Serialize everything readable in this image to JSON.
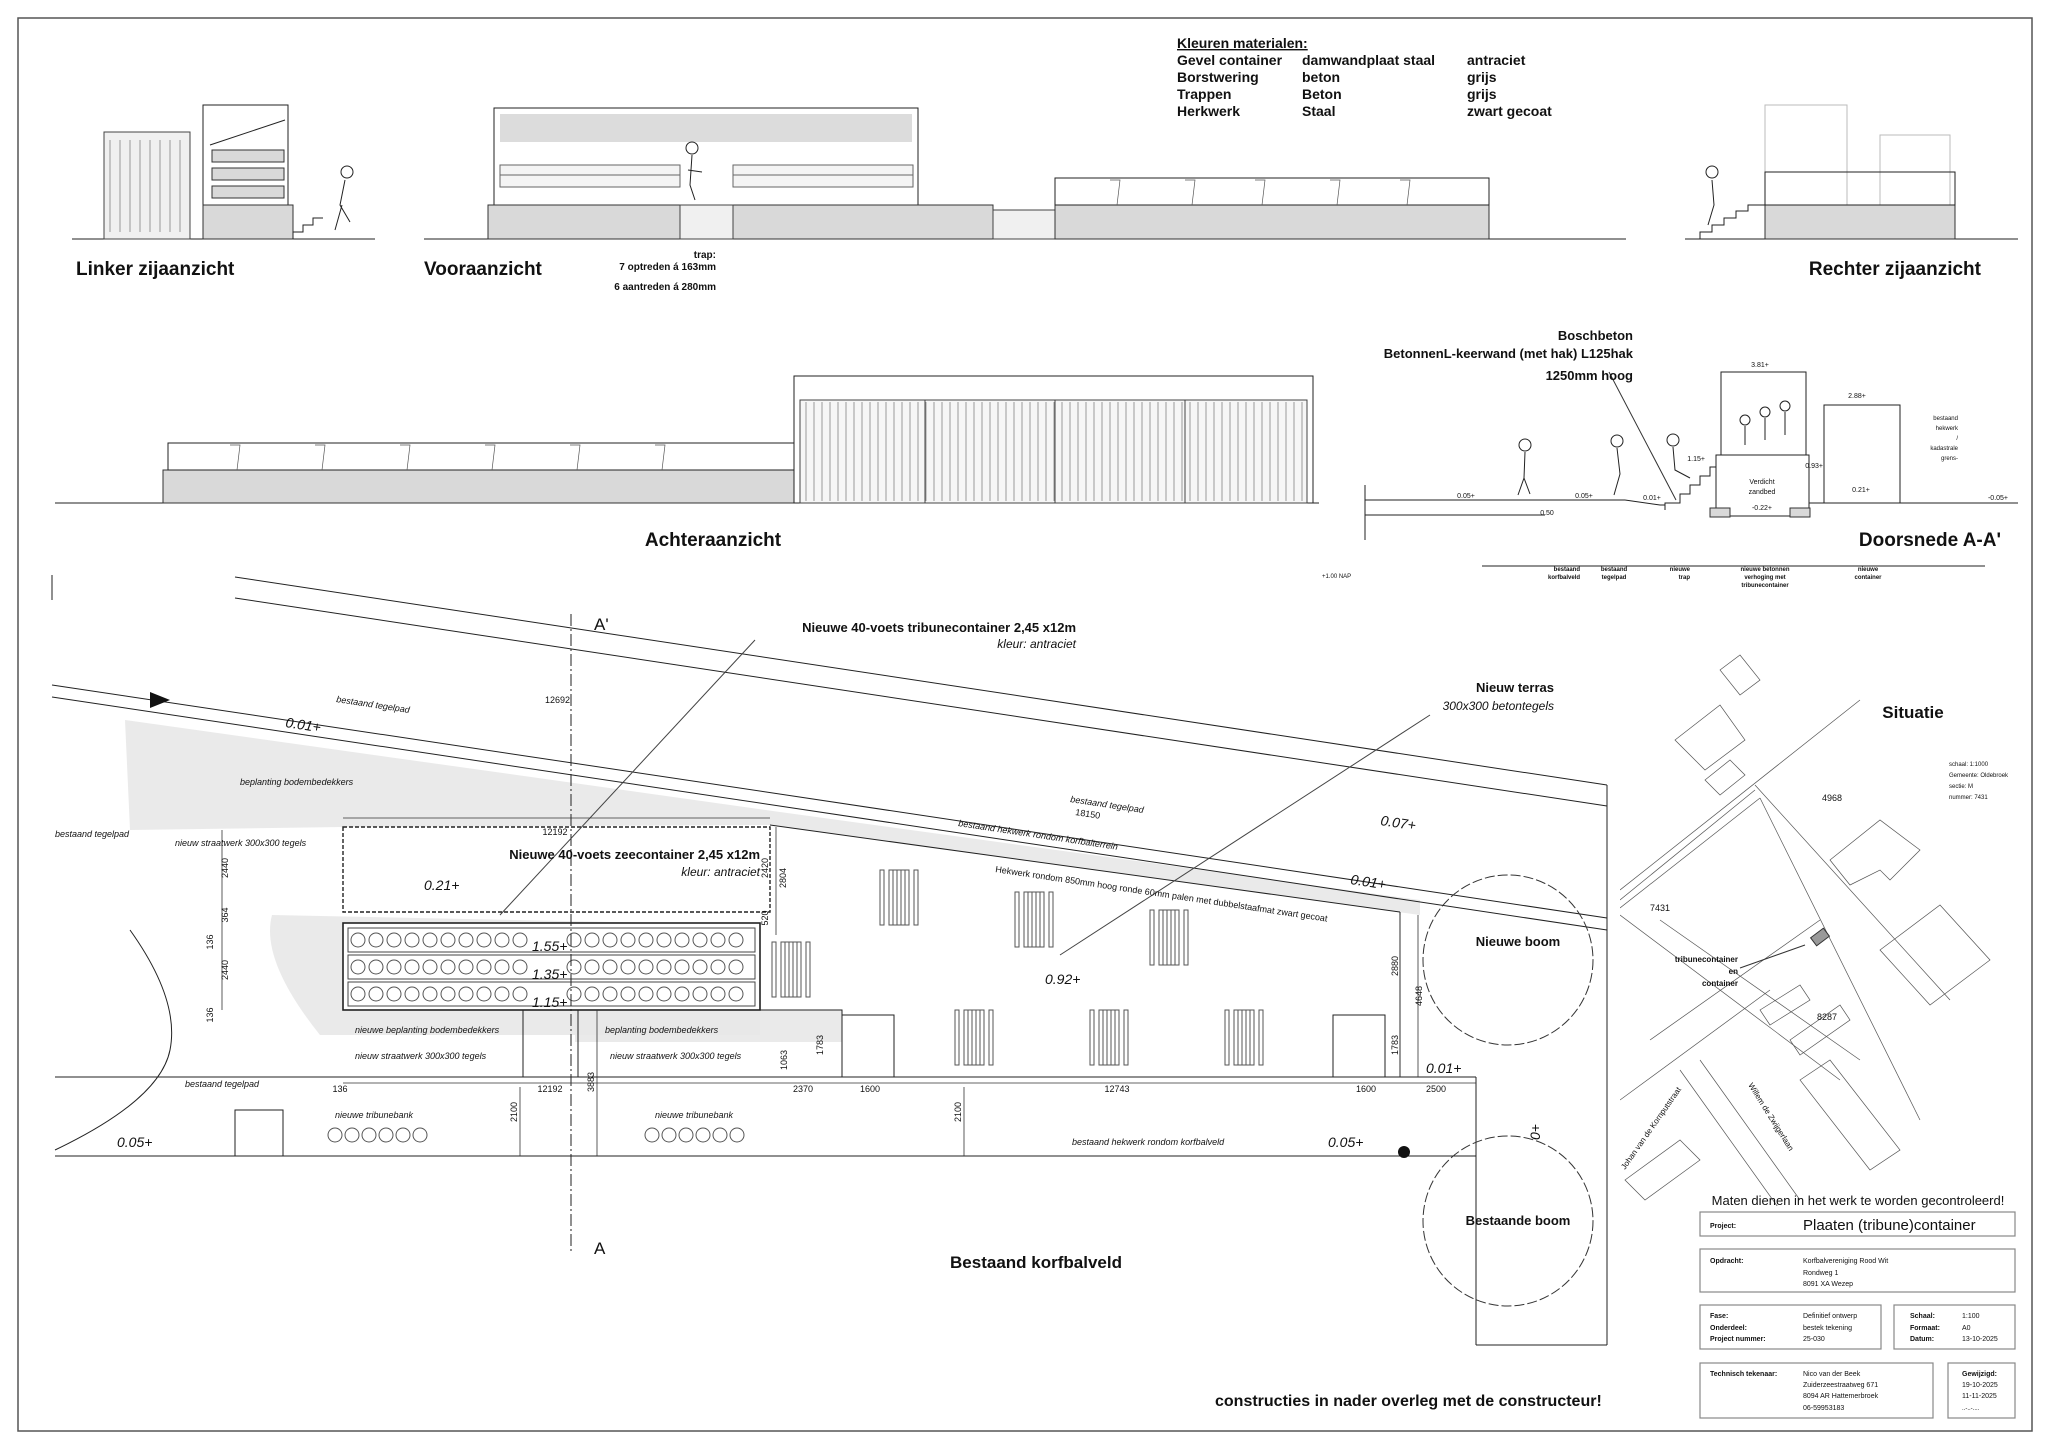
{
  "elevations": {
    "left": "Linker zijaanzicht",
    "front": "Vooraanzicht",
    "right": "Rechter zijaanzicht",
    "rear": "Achteraanzicht",
    "section": "Doorsnede A-A'"
  },
  "stair_note": {
    "title": "trap:",
    "risers": "7 optreden á 163mm",
    "treads": "6 aantreden á 280mm"
  },
  "materials": {
    "title": "Kleuren materialen:",
    "rows": [
      [
        "Gevel container",
        "damwandplaat staal",
        "antraciet"
      ],
      [
        "Borstwering",
        "beton",
        "grijs"
      ],
      [
        "Trappen",
        "Beton",
        "grijs"
      ],
      [
        "Herkwerk",
        "Staal",
        "zwart gecoat"
      ]
    ]
  },
  "section": {
    "wall": [
      "Boschbeton",
      "BetonnenL-keerwand (met hak)  L125hak",
      "1250mm hoog"
    ],
    "levels": [
      "3.81+",
      "2.88+",
      "1.15+",
      "0.93+",
      "0.05+",
      "0.05+",
      "0.01+",
      "0.21+",
      "-0.22+",
      "0.50",
      "-0.05+"
    ],
    "fence_note": [
      "bestaand",
      "hekwerk",
      "/",
      "kadastrale",
      "grens-"
    ],
    "sand": [
      "Verdicht",
      "zandbed"
    ],
    "zones": [
      [
        "bestaand",
        "korfbalveld"
      ],
      [
        "bestaand",
        "tegelpad"
      ],
      [
        "nieuwe",
        "trap"
      ],
      [
        "nieuwe betonnen",
        "verhoging met",
        "tribunecontainer"
      ],
      [
        "nieuwe",
        "container"
      ]
    ],
    "nap": "+1.00 NAP"
  },
  "site": {
    "section_marks": [
      "A'",
      "A"
    ],
    "tribune_container": [
      "Nieuwe 40-voets tribunecontainer 2,45 x12m",
      "kleur: antraciet"
    ],
    "terrace": [
      "Nieuw terras",
      "300x300 betontegels"
    ],
    "sea_container": [
      "Nieuwe 40-voets zeecontainer 2,45 x12m",
      "kleur: antraciet"
    ],
    "labels": {
      "existing_path_top": "bestaand tegelpad",
      "existing_path_mid": "bestaand tegelpad",
      "existing_path_left": "bestaand tegelpad",
      "existing_path_bottom": "bestaand tegelpad",
      "planting_top": "beplanting bodembedekkers",
      "new_paving_left": "nieuw straatwerk 300x300 tegels",
      "new_planting": "nieuwe beplanting bodembedekkers",
      "planting_right": "beplanting bodembedekkers",
      "new_paving_a": "nieuw straatwerk 300x300 tegels",
      "new_paving_b": "nieuw straatwerk 300x300 tegels",
      "bench_a": "nieuwe tribunebank",
      "bench_b": "nieuwe tribunebank",
      "fence_existing_terrain": "bestaand hekwerk rondom korfbalterrein",
      "fence_new": "Hekwerk rondom 850mm hoog ronde 60mm palen met dubbelstaafmat zwart gecoat",
      "fence_existing_field": "bestaand hekwerk rondom korfbalveld",
      "new_tree": "Nieuwe boom",
      "existing_tree": "Bestaande boom",
      "field": "Bestaand korfbalveld"
    },
    "levels": {
      "path": "0.01+",
      "path_right": "0.07+",
      "fence_right": "0.01+",
      "container": "0.21+",
      "row1": "1.55+",
      "row2": "1.35+",
      "row3": "1.15+",
      "terrace": "0.92+",
      "corner": "0.01+",
      "field_left": "0.05+",
      "field_right": "0.05+",
      "zero": "0+"
    },
    "dims": {
      "d12692": "12692",
      "d18150": "18150",
      "d12192_top": "12192",
      "d2440a": "2440",
      "d364": "364",
      "d136a": "136",
      "d2440b": "2440",
      "d136b": "136",
      "d2420": "2420",
      "d2804": "2804",
      "d520": "520",
      "d136c": "136",
      "d12192_bot": "12192",
      "d2370": "2370",
      "d1600a": "1600",
      "d12743": "12743",
      "d1600b": "1600",
      "d2500": "2500",
      "d2100a": "2100",
      "d3883": "3883",
      "d2100b": "2100",
      "d1063": "1063",
      "d1783a": "1783",
      "d1783b": "1783",
      "d2880": "2880",
      "d4648": "4648"
    }
  },
  "situatie": {
    "title": "Situatie",
    "info": [
      "schaal: 1:1000",
      "Gemeente: Oldebroek",
      "sectie: M",
      "nummer: 7431"
    ],
    "parcels": [
      "4968",
      "7431",
      "8287"
    ],
    "marker": [
      "tribunecontainer",
      "en",
      "container"
    ],
    "streets": [
      "Johan van de Kornputstraat",
      "Willem de Zwijgerlaan"
    ]
  },
  "title_block": {
    "warning": "Maten dienen in het werk te worden gecontroleerd!",
    "project_label": "Project:",
    "project": "Plaaten (tribune)container",
    "client_label": "Opdracht:",
    "client": [
      "Korfbalvereniging Rood Wit",
      "Rondweg 1",
      "8091 XA Wezep"
    ],
    "phase_label": "Fase:",
    "phase": "Definitief ontwerp",
    "part_label": "Onderdeel:",
    "part": "bestek tekening",
    "number_label": "Project nummer:",
    "number": "25-030",
    "scale_label": "Schaal:",
    "scale": "1:100",
    "format_label": "Formaat:",
    "format": "A0",
    "date_label": "Datum:",
    "date": "13-10-2025",
    "drafter_label": "Technisch tekenaar:",
    "drafter": [
      "Nico van der Beek",
      "Zuiderzeestraatweg 671",
      "8094 AR Hattemerbroek",
      "06-59953183"
    ],
    "changed_label": "Gewijzigd:",
    "changed": [
      "19-10-2025",
      "11-11-2025",
      "..-..-...."
    ]
  },
  "footer_note": "constructies in nader overleg met de constructeur!"
}
